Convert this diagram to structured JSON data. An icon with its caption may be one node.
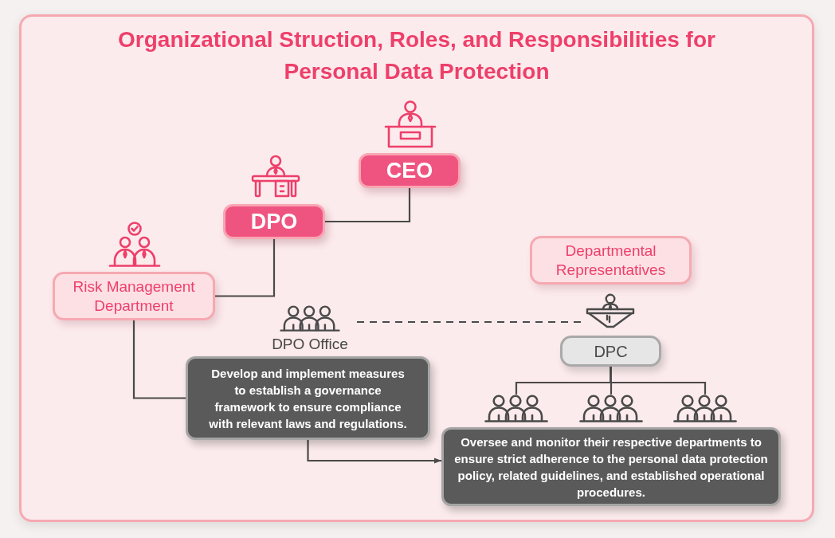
{
  "diagram": {
    "title": "Organizational Struction, Roles, and Responsibilities for Personal Data Protection",
    "nodes": [
      {
        "text": [
          "CEO"
        ]
      },
      {
        "text": [
          "DPO"
        ]
      },
      {
        "text": [
          "Departmental Representatives"
        ]
      },
      {
        "text": [
          "Risk Management Department"
        ]
      },
      {
        "text": [
          "DPO Office"
        ]
      },
      {
        "text": [],
        "shape": "person"
      },
      {
        "text": [
          "DPC"
        ]
      },
      {
        "text": [
          "Develop and implement measures to establish a governance framework to ensure compliance with relevant laws and regulations."
        ]
      },
      {
        "text": [],
        "shape": "person"
      },
      {
        "text": [],
        "shape": "person"
      },
      {
        "text": [],
        "shape": "person"
      },
      {
        "text": [
          "Oversee and monitor their respective departments to ensure strict adherence to the personal data protection policy, related guidelines, and established operational procedures."
        ]
      }
    ],
    "edges": [
      {
        "from": 0,
        "to": 1,
        "arrow": "none"
      },
      {
        "from": 1,
        "to": 3,
        "arrow": "none"
      },
      {
        "from": 3,
        "to": 7,
        "arrow": "none"
      },
      {
        "from": 7,
        "to": 11,
        "arrow": "to"
      },
      {
        "from": 4,
        "to": 5,
        "arrow": "none",
        "style": "dashed"
      },
      {
        "from": 6,
        "to": 8,
        "arrow": "none"
      },
      {
        "from": 6,
        "to": 9,
        "arrow": "none"
      },
      {
        "from": 6,
        "to": 10,
        "arrow": "none"
      }
    ]
  }
}
